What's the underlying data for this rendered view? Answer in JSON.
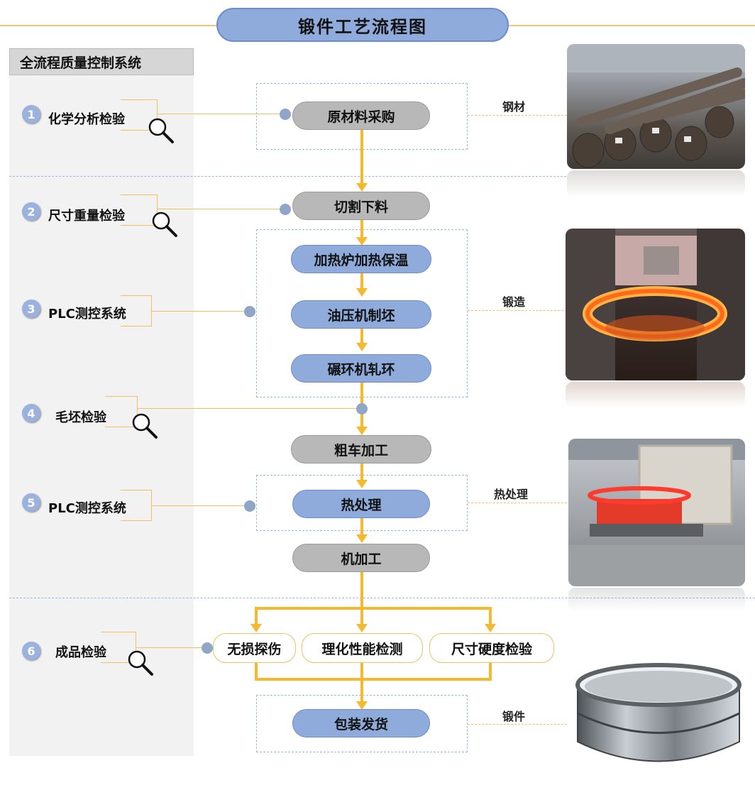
{
  "title": "锻件工艺流程图",
  "qc_system": "全流程质量控制系统",
  "checks": [
    {
      "num": "1",
      "label": "化学分析检验"
    },
    {
      "num": "2",
      "label": "尺寸重量检验"
    },
    {
      "num": "3",
      "label": "PLC测控系统"
    },
    {
      "num": "4",
      "label": "毛坯检验"
    },
    {
      "num": "5",
      "label": "PLC测控系统"
    },
    {
      "num": "6",
      "label": "成品检验"
    }
  ],
  "steps": {
    "raw": "原材料采购",
    "cut": "切割下料",
    "heat": "加热炉加热保温",
    "press": "油压机制坯",
    "ring": "碾环机轧环",
    "rough": "粗车加工",
    "treat": "热处理",
    "machine": "机加工",
    "ndt": "无损探伤",
    "physchem": "理化性能检测",
    "hardness": "尺寸硬度检验",
    "pack": "包装发货"
  },
  "side_labels": {
    "steel": "钢材",
    "forging_proc": "锻造",
    "heat_treat": "热处理",
    "forging": "锻件"
  },
  "colors": {
    "blue_step": "#8fabdc",
    "gray_step": "#b8b8b8",
    "flow_line": "#f4b92f",
    "dash_line": "#9fb7dc"
  },
  "icons": [
    "magnifier-icon",
    "connector-dot"
  ]
}
